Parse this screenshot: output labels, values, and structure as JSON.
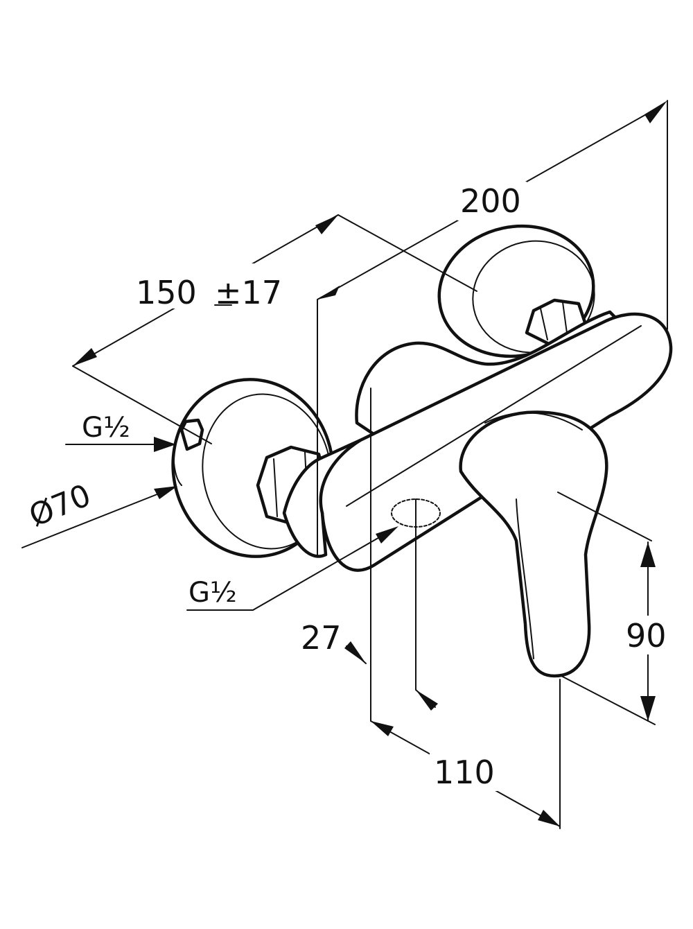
{
  "drawing": {
    "dimensions": {
      "overall_length": "200",
      "connection_distance": "150",
      "tolerance": "±17",
      "thread_inlet": "G½",
      "rosette_diameter": "Ø70",
      "thread_outlet": "G½",
      "depth_offset": "27",
      "projection": "110",
      "lever_height": "90"
    },
    "colors": {
      "line": "#111111",
      "background": "#ffffff"
    }
  }
}
